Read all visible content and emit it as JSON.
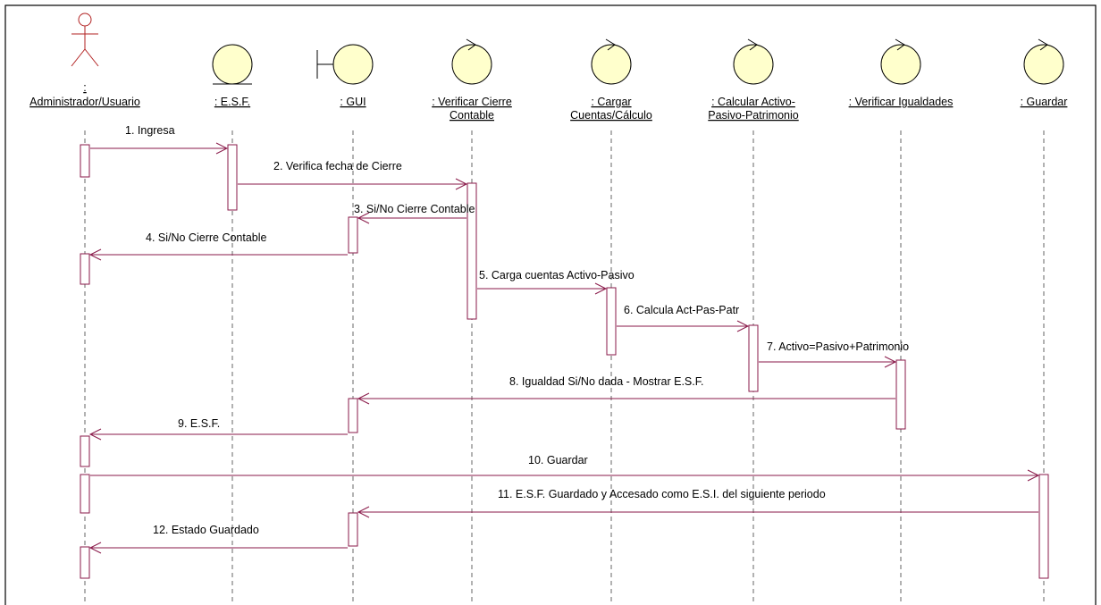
{
  "diagram": {
    "participants": [
      {
        "id": "admin",
        "kind": "actor",
        "label_lines": [
          ":",
          "Administrador/Usuario"
        ]
      },
      {
        "id": "esf",
        "kind": "entity",
        "label_lines": [
          ": E.S.F."
        ]
      },
      {
        "id": "gui",
        "kind": "boundary",
        "label_lines": [
          ": GUI"
        ]
      },
      {
        "id": "verificar",
        "kind": "control",
        "label_lines": [
          ": Verificar Cierre",
          "Contable"
        ]
      },
      {
        "id": "cargar",
        "kind": "control",
        "label_lines": [
          ": Cargar",
          "Cuentas/Cálculo"
        ]
      },
      {
        "id": "calcular",
        "kind": "control",
        "label_lines": [
          ": Calcular Activo-",
          "Pasivo-Patrimonio"
        ]
      },
      {
        "id": "igualdades",
        "kind": "control",
        "label_lines": [
          ": Verificar Igualdades"
        ]
      },
      {
        "id": "guardar",
        "kind": "control",
        "label_lines": [
          ": Guardar"
        ]
      }
    ],
    "messages": [
      {
        "from": "admin",
        "to": "esf",
        "label": "1. Ingresa"
      },
      {
        "from": "esf",
        "to": "verificar",
        "label": "2. Verifica fecha de Cierre"
      },
      {
        "from": "verificar",
        "to": "gui",
        "label": "3. Si/No Cierre Contable"
      },
      {
        "from": "gui",
        "to": "admin",
        "label": "4. Si/No Cierre Contable"
      },
      {
        "from": "verificar",
        "to": "cargar",
        "label": "5. Carga cuentas Activo-Pasivo"
      },
      {
        "from": "cargar",
        "to": "calcular",
        "label": "6. Calcula Act-Pas-Patr"
      },
      {
        "from": "calcular",
        "to": "igualdades",
        "label": "7. Activo=Pasivo+Patrimonio"
      },
      {
        "from": "igualdades",
        "to": "gui",
        "label": "8. Igualdad Si/No dada - Mostrar E.S.F."
      },
      {
        "from": "gui",
        "to": "admin",
        "label": "9. E.S.F."
      },
      {
        "from": "admin",
        "to": "guardar",
        "label": "10. Guardar"
      },
      {
        "from": "guardar",
        "to": "gui",
        "label": "11. E.S.F. Guardado y Accesado como E.S.I. del siguiente periodo"
      },
      {
        "from": "gui",
        "to": "admin",
        "label": "12. Estado Guardado"
      }
    ],
    "colors": {
      "message_line": "#8a1a4a",
      "icon_fill": "#ffffcc",
      "actor_stroke": "#b22222",
      "lifeline": "#666666"
    }
  }
}
